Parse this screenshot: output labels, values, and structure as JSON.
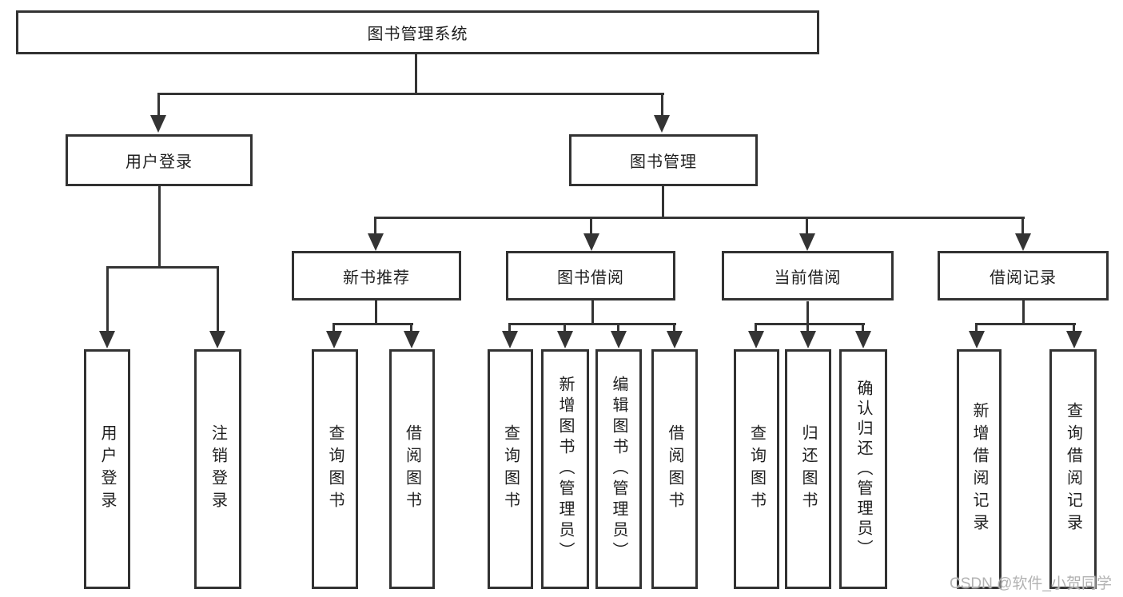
{
  "diagram": {
    "root": {
      "label": "图书管理系统"
    },
    "user_login": {
      "label": "用户登录",
      "children": [
        "用户登录",
        "注销登录"
      ]
    },
    "book_mgmt": {
      "label": "图书管理",
      "sections": [
        {
          "label": "新书推荐",
          "children": [
            "查询图书",
            "借阅图书"
          ]
        },
        {
          "label": "图书借阅",
          "children": [
            "查询图书",
            "新增图书（管理员）",
            "编辑图书（管理员）",
            "借阅图书"
          ]
        },
        {
          "label": "当前借阅",
          "children": [
            "查询图书",
            "归还图书",
            "确认归还（管理员）"
          ]
        },
        {
          "label": "借阅记录",
          "children": [
            "新增借阅记录",
            "查询借阅记录"
          ]
        }
      ]
    }
  },
  "watermark": {
    "text": "CSDN @软件_小贺同学"
  },
  "colors": {
    "line": "#343434",
    "border": "#323232",
    "text": "#1f1f1f",
    "watermark": "#b2b2b2"
  }
}
